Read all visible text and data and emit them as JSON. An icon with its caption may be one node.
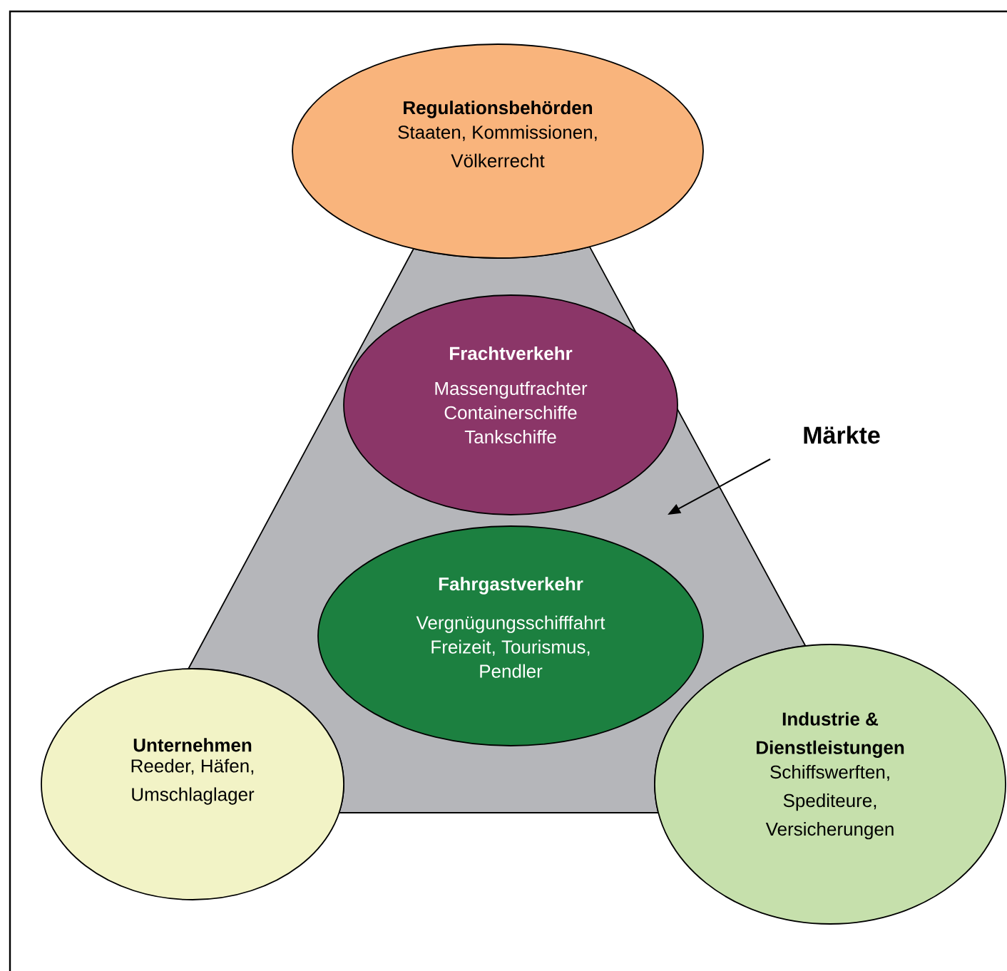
{
  "diagram": {
    "nodes": [
      {
        "text": [],
        "shape": "triangle"
      },
      {
        "text": [
          "Regulationsbehörden",
          "Staaten, Kommissionen, Völkerrecht"
        ]
      },
      {
        "text": [
          "Frachtverkehr",
          "Massengutfrachter Containerschiffe Tankschiffe"
        ],
        "in": 0
      },
      {
        "text": [
          "Märkte"
        ]
      },
      {
        "text": [
          "Fahrgastverkehr",
          "Vergnügungsschifffahrt Freizeit, Tourismus, Pendler"
        ],
        "in": 0
      },
      {
        "text": [
          "Unternehmen",
          "Reeder, Häfen, Umschlaglager"
        ]
      },
      {
        "text": [
          "Industrie & Dienstleistungen",
          "Schiffswerften, Spediteure, Versicherungen"
        ]
      }
    ],
    "edges": [
      {
        "from": 3,
        "to": 0,
        "arrow": "to"
      }
    ]
  }
}
